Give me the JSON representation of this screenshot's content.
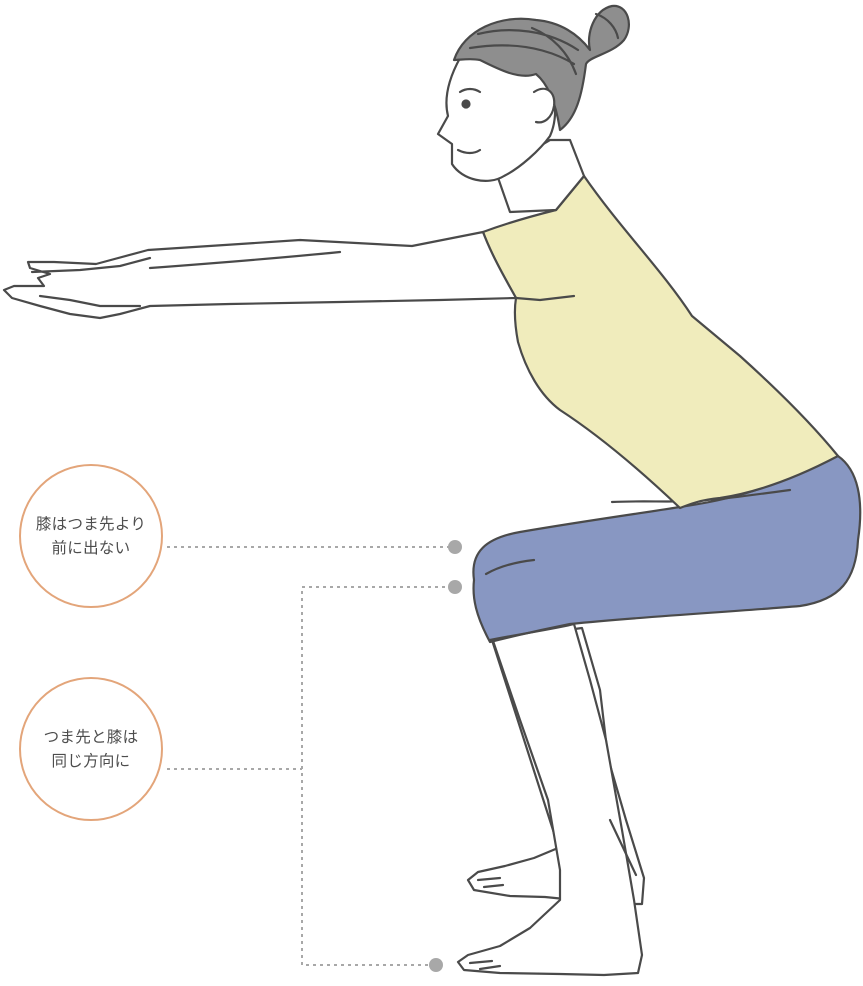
{
  "callouts": [
    {
      "lines": [
        "膝はつま先より",
        "前に出ない"
      ]
    },
    {
      "lines": [
        "つま先と膝は",
        "同じ方向に"
      ]
    }
  ],
  "colors": {
    "outline": "#4a4a4a",
    "hair": "#8e8e8e",
    "skin": "#ffffff",
    "shirt": "#f0ecbc",
    "pants": "#8897c2",
    "callout_border": "#e3a57a",
    "guide_line": "#a8a8a8",
    "guide_dot": "#a8a8a8"
  },
  "icons": [
    "person-squat-figure",
    "knee-marker-dot",
    "toe-marker-dot"
  ]
}
